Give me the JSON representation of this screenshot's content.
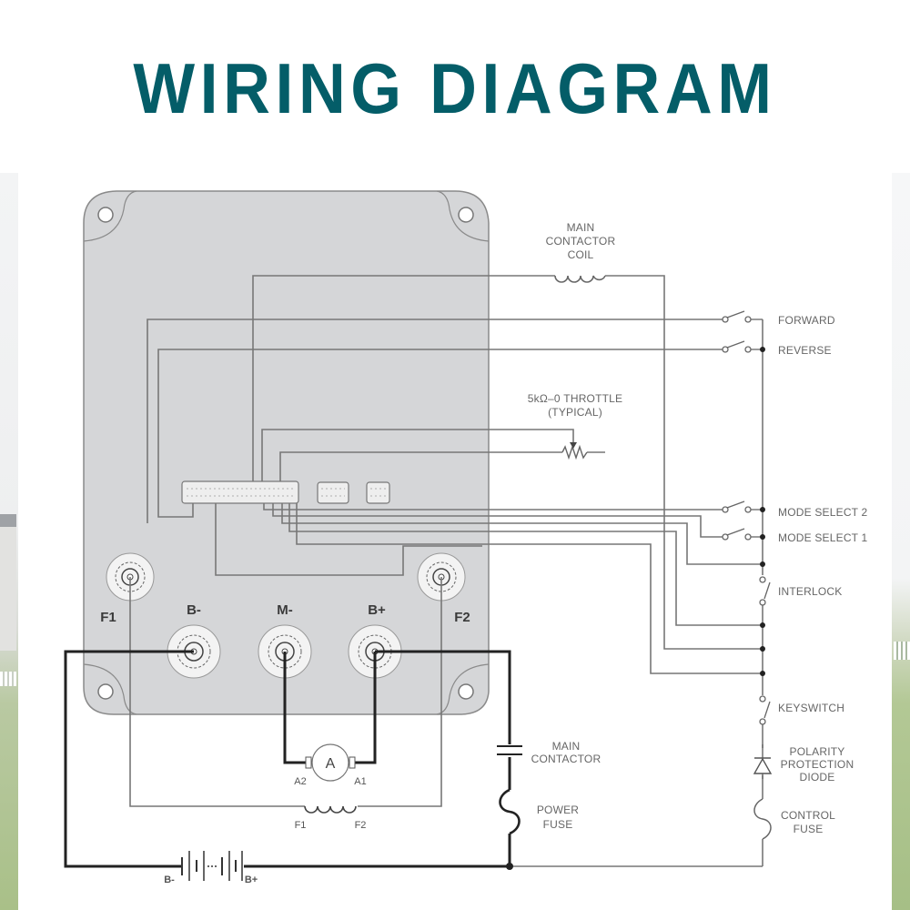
{
  "title": "WIRING DIAGRAM",
  "colors": {
    "title": "#045d68",
    "controller_body": "#d5d6d8",
    "wire_thin": "#7a7a7a",
    "wire_thick": "#222222"
  },
  "controller": {
    "terminals": {
      "f1": "F1",
      "b_minus": "B-",
      "m_minus": "M-",
      "b_plus": "B+",
      "f2": "F2"
    }
  },
  "labels": {
    "main_contactor_coil": [
      "MAIN",
      "CONTACTOR",
      "COIL"
    ],
    "forward": "FORWARD",
    "reverse": "REVERSE",
    "throttle": [
      "5kΩ–0 THROTTLE",
      "(TYPICAL)"
    ],
    "mode_select_2": "MODE SELECT 2",
    "mode_select_1": "MODE SELECT 1",
    "interlock": "INTERLOCK",
    "keyswitch": "KEYSWITCH",
    "main_contactor": [
      "MAIN",
      "CONTACTOR"
    ],
    "polarity_diode": [
      "POLARITY",
      "PROTECTION",
      "DIODE"
    ],
    "power_fuse": [
      "POWER",
      "FUSE"
    ],
    "control_fuse": [
      "CONTROL",
      "FUSE"
    ],
    "armature": "A",
    "armature_a2": "A2",
    "armature_a1": "A1",
    "field_f1": "F1",
    "field_f2": "F2",
    "battery_neg": "B-",
    "battery_pos": "B+"
  }
}
